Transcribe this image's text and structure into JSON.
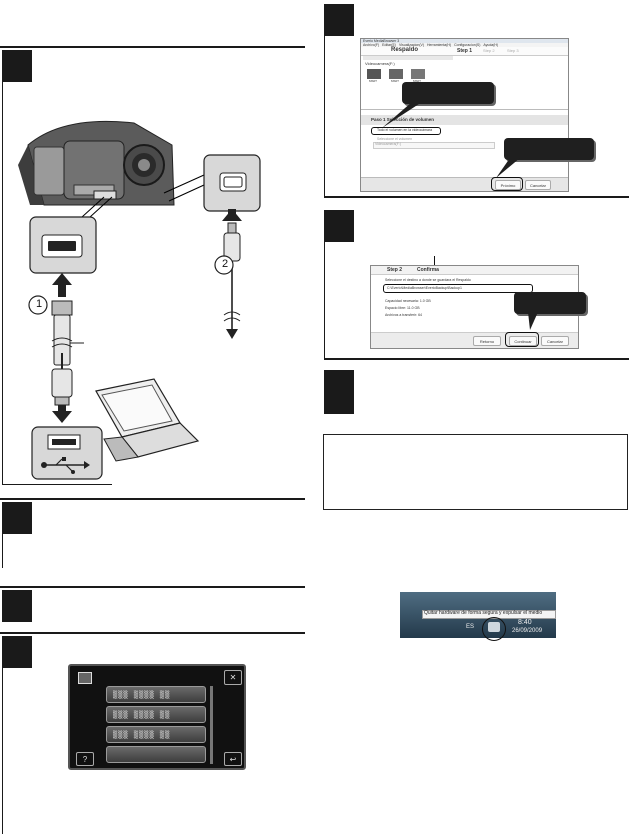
{
  "connection": {
    "markers": [
      "1",
      "2"
    ]
  },
  "burn_wizard": {
    "window_title": "Everio MediaBrowser 3",
    "menu": [
      "Archivo(F)",
      "Editar(E)",
      "Visualizacion(V)",
      "Herramienta(H)",
      "Configuracion(S)",
      "Ayuda(H)"
    ],
    "dialog_title": "Respaldo",
    "steps": [
      "Step 1",
      "Step 2",
      "Step 3"
    ],
    "library_label": "Videocamera(F:)",
    "thumb_labels": [
      "MS0T",
      "MS0T",
      "MS0T"
    ],
    "section_header": "Paso 1   Selección de volumen",
    "radio_all": "Todo el volumen en la videocámara",
    "radio_select": "Seleccione el volumen",
    "volume_value": "Videocamera(F:)",
    "next_button": "Próximo",
    "cancel_button": "Cancelar"
  },
  "confirm_dialog": {
    "step_label": "Step 2",
    "title_label": "Confirma",
    "line_intro": "Seleccione el destino a donde se guardara el Respaldo",
    "path_text": "C:\\Everio\\MediaBrowser\\EverioBackup\\Backup1",
    "line_capacity": "Capacidad necesaria: 1.0 GB",
    "line_free": "Espacio libre: 11.0 GB",
    "line_files": "Archivos a transferir: 64",
    "back_button": "Retorno",
    "continue_button": "Continuar",
    "cancel_button": "Cancelar"
  },
  "lcd_menu": {
    "items": [
      "▒▒▒ ▒▒▒▒ ▒▒",
      "▒▒▒ ▒▒▒▒ ▒▒",
      "▒▒▒ ▒▒▒▒ ▒▒",
      ""
    ],
    "help_label": "?",
    "close_label": "✕",
    "back_label": "↩"
  },
  "taskbar": {
    "tooltip": "Quitar hardware de forma segura y expulsar el medio",
    "lang": "ES",
    "time": "8:40",
    "date": "26/09/2009"
  },
  "colors": {
    "step_black": "#1a1a1a",
    "callout": "#1f1f1f",
    "taskbar": "#2f4f66"
  }
}
